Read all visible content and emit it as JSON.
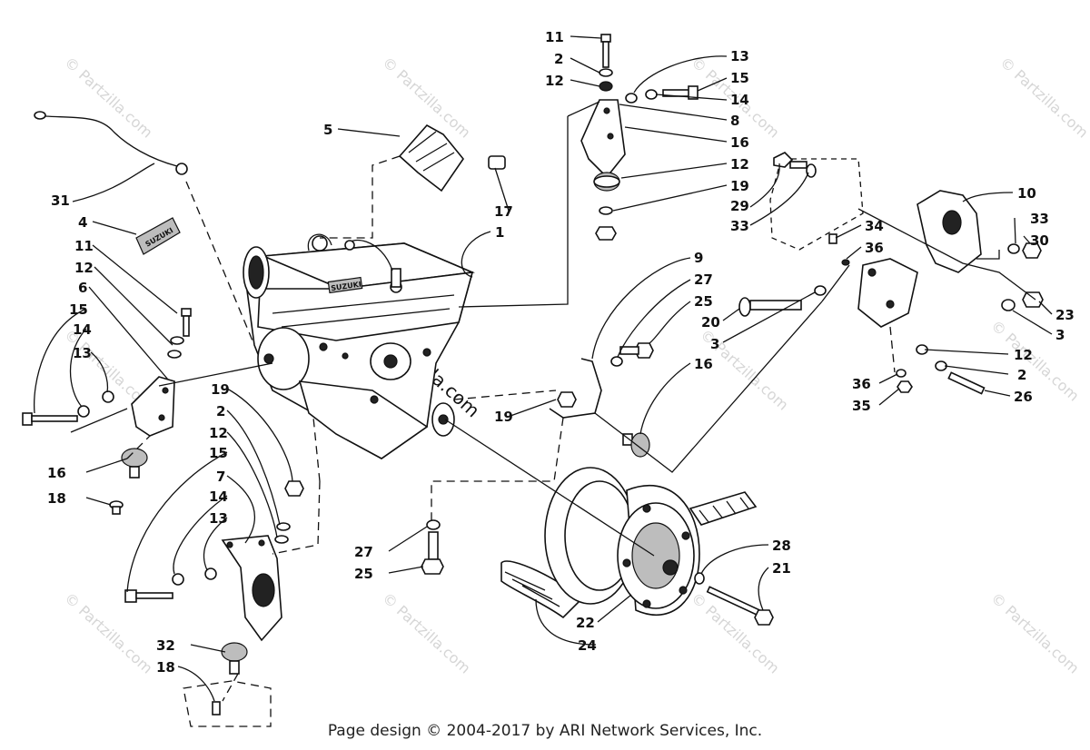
{
  "watermark": "© Partzilla.com",
  "center_watermark": "Partzilla.com",
  "footer": "Page design © 2004-2017 by ARI Network Services, Inc.",
  "decal": "SUZUKI",
  "callouts": {
    "c01": "11",
    "c02": "2",
    "c03": "12",
    "c04": "13",
    "c05": "15",
    "c06": "14",
    "c07": "8",
    "c08": "16",
    "c09": "12",
    "c10": "19",
    "c11": "29",
    "c12": "33",
    "c13": "5",
    "c14": "17",
    "c15": "1",
    "c16": "10",
    "c17": "33",
    "c18": "30",
    "c19": "34",
    "c20": "36",
    "c21": "23",
    "c22": "3",
    "c23": "31",
    "c24": "4",
    "c25": "11",
    "c26": "12",
    "c27": "6",
    "c28": "15",
    "c29": "14",
    "c30": "13",
    "c31": "9",
    "c32": "27",
    "c33": "25",
    "c34": "20",
    "c35": "3",
    "c36": "16",
    "c37": "12",
    "c38": "2",
    "c39": "26",
    "c40": "36",
    "c41": "35",
    "c42": "19",
    "c43": "16",
    "c44": "18",
    "c45": "19",
    "c46": "2",
    "c47": "12",
    "c48": "15",
    "c49": "7",
    "c50": "14",
    "c51": "13",
    "c52": "27",
    "c53": "25",
    "c54": "28",
    "c55": "21",
    "c56": "22",
    "c57": "24",
    "c58": "32",
    "c59": "18"
  }
}
